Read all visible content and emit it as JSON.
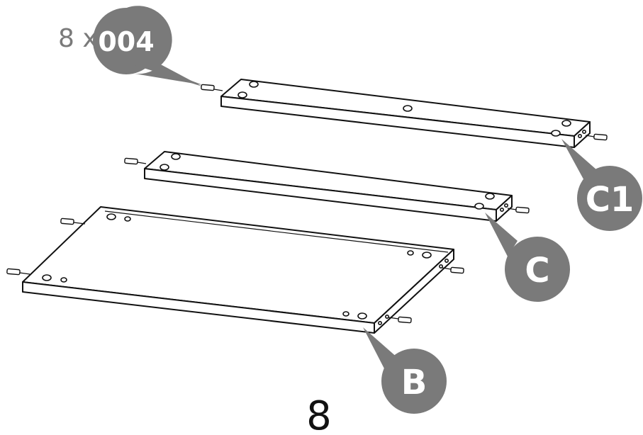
{
  "hardware": {
    "quantity": "8 x",
    "part_code": "004"
  },
  "callouts": {
    "c1": "C1",
    "c": "C",
    "b": "B"
  },
  "step": {
    "number": "8"
  },
  "colors": {
    "callout_gray": "#7a7a7a",
    "line": "#111111",
    "background": "#ffffff"
  }
}
